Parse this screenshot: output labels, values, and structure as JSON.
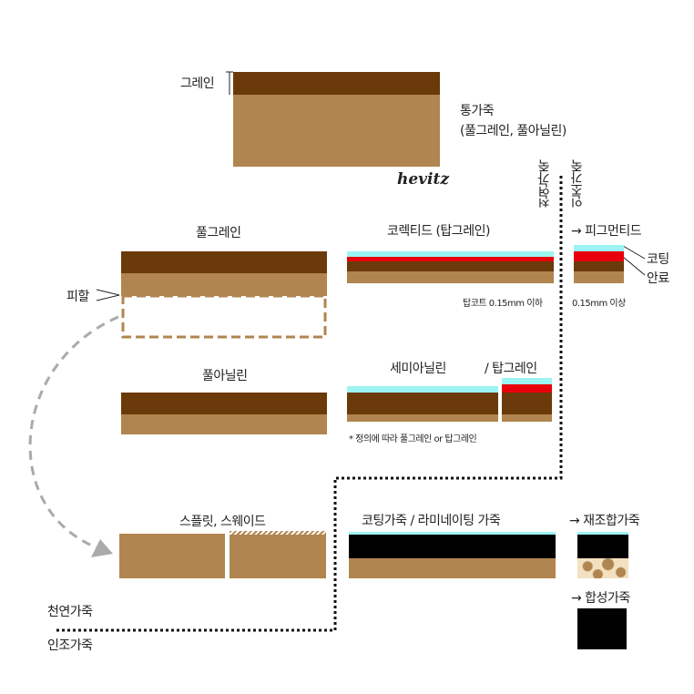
{
  "colors": {
    "grain": "#6b3a0a",
    "split": "#b0854f",
    "coating": "#9cf5f3",
    "pigment": "#e8000a",
    "synthetic": "#000000"
  },
  "top": {
    "grain_label": "그레인",
    "title": "통가죽",
    "subtitle": "(풀그레인, 풀아닐린)",
    "logo": "hevitz"
  },
  "full_grain": {
    "title": "풀그레인",
    "split_label": "피할"
  },
  "corrected": {
    "title": "코렉티드 (탑그레인)",
    "note": "탑코트 0.15mm 이하"
  },
  "divider": {
    "natural": "천연가죽",
    "artificial": "인조가죽"
  },
  "pigmented": {
    "title": "→ 피그먼티드",
    "coating": "코팅",
    "pigment": "안료",
    "note": "0.15mm 이상"
  },
  "full_aniline": {
    "title": "풀아닐린"
  },
  "semi_aniline": {
    "title": "세미아닐린",
    "title2": "/ 탑그레인",
    "note": "* 정의에 따라 풀그레인 or 탑그레인"
  },
  "split": {
    "title": "스플릿, 스웨이드"
  },
  "coated": {
    "title": "코팅가죽 / 라미네이팅 가죽"
  },
  "reconstituted": {
    "title": "→ 재조합가죽"
  },
  "synthetic": {
    "title": "→ 합성가죽"
  },
  "bottom": {
    "natural": "천연가죽",
    "artificial": "인조가죽"
  }
}
